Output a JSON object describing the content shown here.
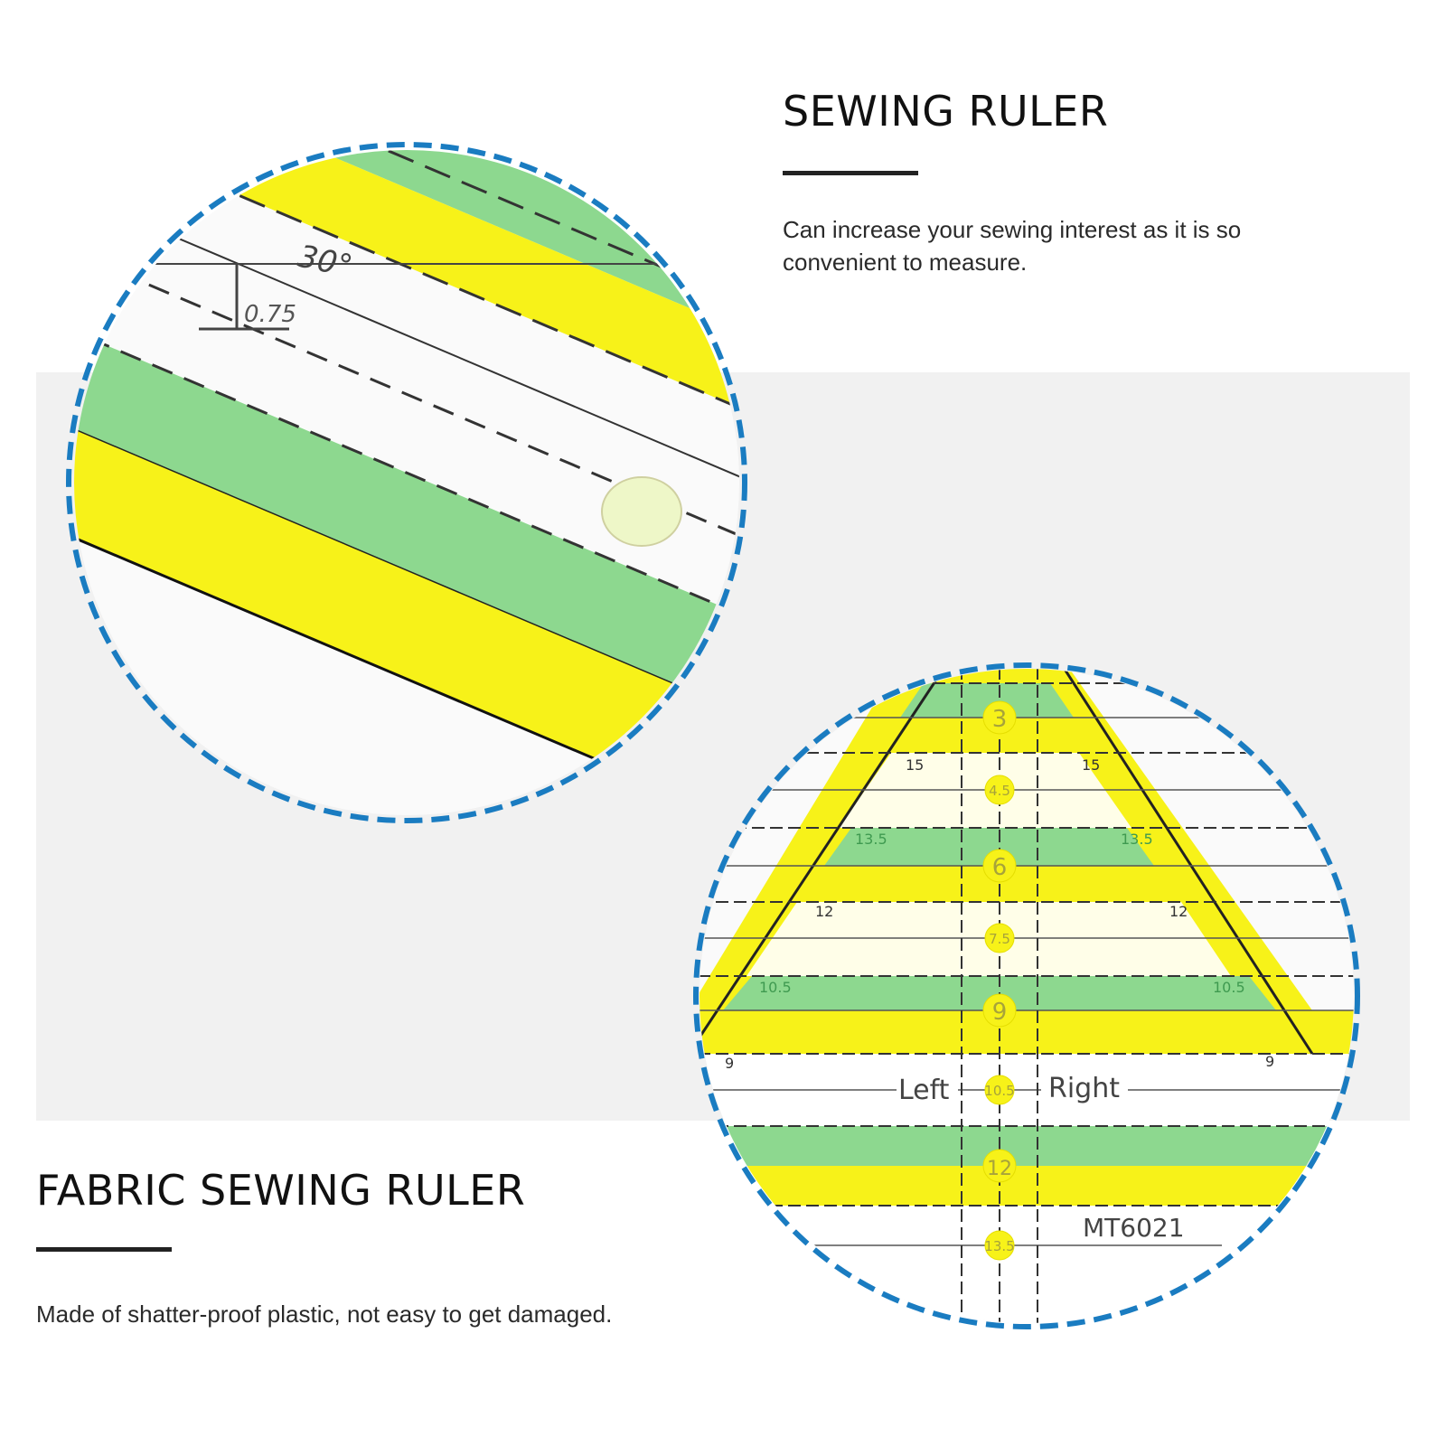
{
  "sections": [
    {
      "title": "SEWING RULER",
      "description": "Can increase your sewing interest as it is so convenient to measure."
    },
    {
      "title": "FABRIC SEWING RULER",
      "description": "Made of shatter-proof plastic, not easy to get damaged."
    }
  ],
  "closeup_1": {
    "angle_label": "30°",
    "width_label": "0.75"
  },
  "closeup_2": {
    "center_labels": [
      "3",
      "4.5",
      "6",
      "7.5",
      "9",
      "10.5",
      "12",
      "13.5"
    ],
    "side_labels": [
      "15",
      "13.5",
      "12",
      "10.5",
      "9"
    ],
    "left_label": "Left",
    "right_label": "Right",
    "model": "MT6021"
  },
  "colors": {
    "circle_border": "#1a7cc1",
    "ruler_yellow": "#f7f219",
    "ruler_green": "#8dd88f",
    "background_band": "#f1f1f1"
  }
}
